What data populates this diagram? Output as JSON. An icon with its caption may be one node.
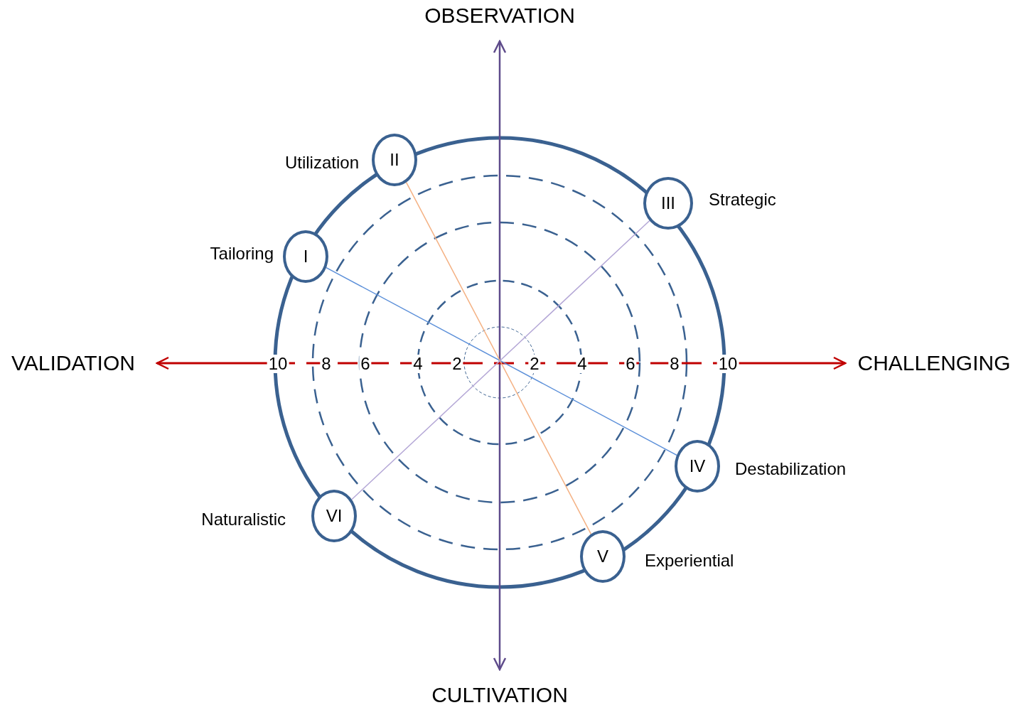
{
  "diagram": {
    "nodes": [
      {
        "text": [
          "OBSERVATION"
        ]
      },
      {
        "text": [
          "II"
        ],
        "beside": [
          "Utilization"
        ]
      },
      {
        "text": [
          "III"
        ],
        "beside": [
          "Strategic"
        ]
      },
      {
        "text": [
          "I"
        ],
        "beside": [
          "Tailoring"
        ]
      },
      {
        "text": [
          "VALIDATION"
        ]
      },
      {
        "text": [
          "CHALLENGING"
        ]
      },
      {
        "text": [
          "IV"
        ],
        "beside": [
          "Destabilization"
        ]
      },
      {
        "text": [
          "VI"
        ],
        "beside": [
          "Naturalistic"
        ]
      },
      {
        "text": [
          "V"
        ],
        "beside": [
          "Experiential"
        ]
      },
      {
        "text": [
          "CULTIVATION"
        ]
      }
    ],
    "edges": [
      {
        "from": 0,
        "to": 9,
        "arrow": "both",
        "color": "#5e4b8b"
      },
      {
        "from": 4,
        "to": 5,
        "arrow": "both",
        "style": "dashed",
        "color": "#c00000"
      },
      {
        "from": 3,
        "to": 6,
        "arrow": "none",
        "color": "#5b8fd9"
      },
      {
        "from": 1,
        "to": 8,
        "arrow": "none",
        "color": "#f4b183"
      },
      {
        "from": 2,
        "to": 7,
        "arrow": "none",
        "color": "#b4a7d6"
      }
    ],
    "labels": [
      "10",
      "8",
      "6",
      "4",
      "2",
      "2",
      "4",
      "6",
      "8",
      "10"
    ]
  }
}
